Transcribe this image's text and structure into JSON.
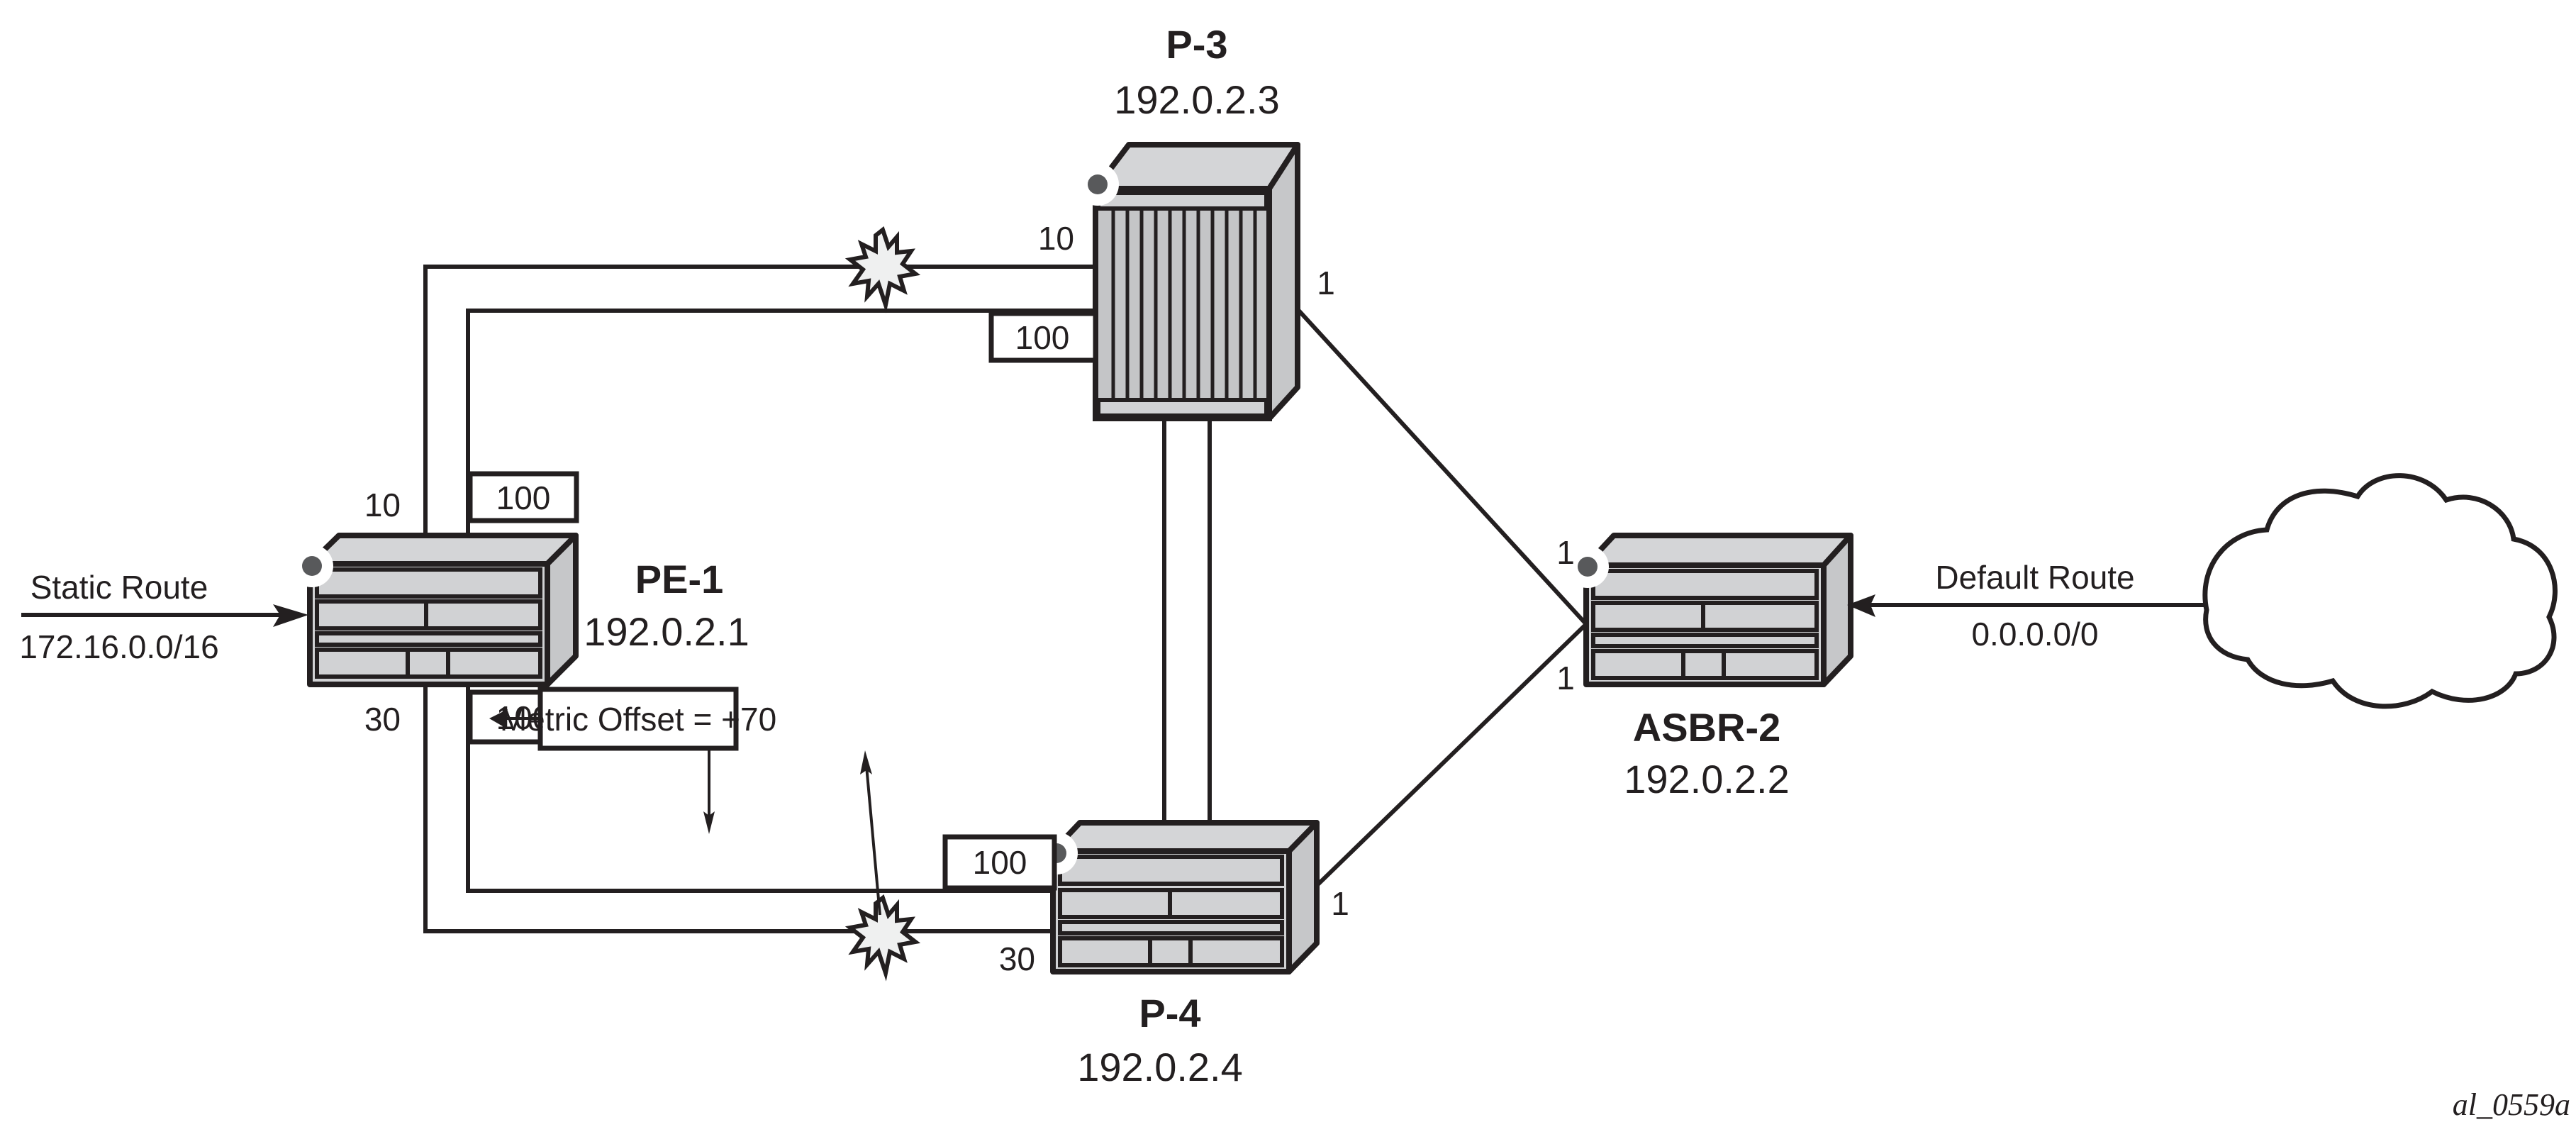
{
  "nodes": {
    "pe1": {
      "name": "PE-1",
      "ip": "192.0.2.1"
    },
    "p3": {
      "name": "P-3",
      "ip": "192.0.2.3"
    },
    "p4": {
      "name": "P-4",
      "ip": "192.0.2.4"
    },
    "asbr2": {
      "name": "ASBR-2",
      "ip": "192.0.2.2"
    }
  },
  "metrics": {
    "pe1_p3_upper_pe1": "10",
    "pe1_p3_upper_p3": "10",
    "pe1_p3_lower_pe1": "100",
    "pe1_p3_lower_p3": "100",
    "pe1_p4_outer_pe1": "30",
    "pe1_p4_outer_p4": "30",
    "pe1_p4_inner_pe1": "100",
    "pe1_p4_inner_p4": "100",
    "p3_asbr2_p3": "1",
    "p3_asbr2_asbr2": "1",
    "p4_asbr2_p4": "1",
    "p4_asbr2_asbr2": "1"
  },
  "annotations": {
    "static_route_label": "Static Route",
    "static_route_prefix": "172.16.0.0/16",
    "default_route_label": "Default Route",
    "default_route_prefix": "0.0.0.0/0",
    "metric_offset": "Metric Offset = +70",
    "figure_id": "al_0559a"
  },
  "icons": {
    "router": "router-chassis-icon",
    "failure": "link-failure-burst-icon",
    "cloud": "external-network-cloud-icon"
  }
}
